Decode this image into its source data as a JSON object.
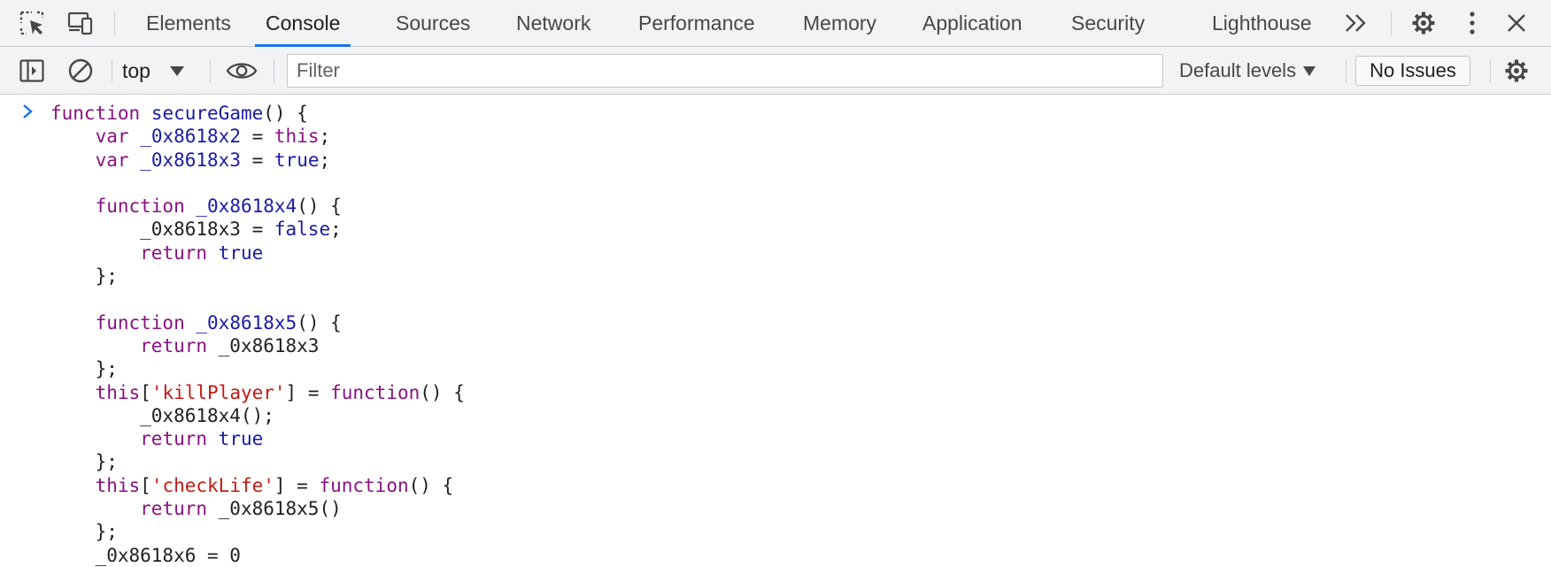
{
  "tabs": [
    {
      "label": "Elements",
      "active": false
    },
    {
      "label": "Console",
      "active": true
    },
    {
      "label": "Sources",
      "active": false
    },
    {
      "label": "Network",
      "active": false
    },
    {
      "label": "Performance",
      "active": false
    },
    {
      "label": "Memory",
      "active": false
    },
    {
      "label": "Application",
      "active": false
    },
    {
      "label": "Security",
      "active": false
    },
    {
      "label": "Lighthouse",
      "active": false
    }
  ],
  "toolbar": {
    "context": "top",
    "filter_placeholder": "Filter",
    "filter_value": "",
    "levels": "Default levels",
    "issues": "No Issues"
  },
  "icons": {
    "inspect": "inspect-element-icon",
    "device": "device-toolbar-icon",
    "more_tabs": "chevron-double-right-icon",
    "settings": "gear-icon",
    "menu": "kebab-menu-icon",
    "close": "close-icon",
    "sidebar": "sidebar-toggle-icon",
    "clear": "clear-console-icon",
    "eye": "eye-icon",
    "console_settings": "gear-icon",
    "prompt": "chevron-right-icon"
  },
  "colors": {
    "keyword": "#881280",
    "identifier": "#1a1aa6",
    "string": "#c41a16",
    "active_tab": "#1a73e8"
  },
  "console": {
    "lines": [
      [
        {
          "t": "function",
          "c": "kw"
        },
        {
          "t": " "
        },
        {
          "t": "secureGame",
          "c": "fn"
        },
        {
          "t": "() {"
        }
      ],
      [
        {
          "t": "    "
        },
        {
          "t": "var",
          "c": "kw"
        },
        {
          "t": " "
        },
        {
          "t": "_0x8618x2",
          "c": "id"
        },
        {
          "t": " = "
        },
        {
          "t": "this",
          "c": "kw"
        },
        {
          "t": ";"
        }
      ],
      [
        {
          "t": "    "
        },
        {
          "t": "var",
          "c": "kw"
        },
        {
          "t": " "
        },
        {
          "t": "_0x8618x3",
          "c": "id"
        },
        {
          "t": " = "
        },
        {
          "t": "true",
          "c": "lit"
        },
        {
          "t": ";"
        }
      ],
      [
        {
          "t": ""
        }
      ],
      [
        {
          "t": "    "
        },
        {
          "t": "function",
          "c": "kw"
        },
        {
          "t": " "
        },
        {
          "t": "_0x8618x4",
          "c": "fn"
        },
        {
          "t": "() {"
        }
      ],
      [
        {
          "t": "        _0x8618x3 = "
        },
        {
          "t": "false",
          "c": "lit"
        },
        {
          "t": ";"
        }
      ],
      [
        {
          "t": "        "
        },
        {
          "t": "return",
          "c": "kw"
        },
        {
          "t": " "
        },
        {
          "t": "true",
          "c": "lit"
        }
      ],
      [
        {
          "t": "    };"
        }
      ],
      [
        {
          "t": ""
        }
      ],
      [
        {
          "t": "    "
        },
        {
          "t": "function",
          "c": "kw"
        },
        {
          "t": " "
        },
        {
          "t": "_0x8618x5",
          "c": "fn"
        },
        {
          "t": "() {"
        }
      ],
      [
        {
          "t": "        "
        },
        {
          "t": "return",
          "c": "kw"
        },
        {
          "t": " _0x8618x3"
        }
      ],
      [
        {
          "t": "    };"
        }
      ],
      [
        {
          "t": "    "
        },
        {
          "t": "this",
          "c": "kw"
        },
        {
          "t": "["
        },
        {
          "t": "'killPlayer'",
          "c": "str"
        },
        {
          "t": "] = "
        },
        {
          "t": "function",
          "c": "kw"
        },
        {
          "t": "() {"
        }
      ],
      [
        {
          "t": "        _0x8618x4();"
        }
      ],
      [
        {
          "t": "        "
        },
        {
          "t": "return",
          "c": "kw"
        },
        {
          "t": " "
        },
        {
          "t": "true",
          "c": "lit"
        }
      ],
      [
        {
          "t": "    };"
        }
      ],
      [
        {
          "t": "    "
        },
        {
          "t": "this",
          "c": "kw"
        },
        {
          "t": "["
        },
        {
          "t": "'checkLife'",
          "c": "str"
        },
        {
          "t": "] = "
        },
        {
          "t": "function",
          "c": "kw"
        },
        {
          "t": "() {"
        }
      ],
      [
        {
          "t": "        "
        },
        {
          "t": "return",
          "c": "kw"
        },
        {
          "t": " _0x8618x5()"
        }
      ],
      [
        {
          "t": "    };"
        }
      ],
      [
        {
          "t": "    _0x8618x6 = 0"
        }
      ]
    ]
  }
}
